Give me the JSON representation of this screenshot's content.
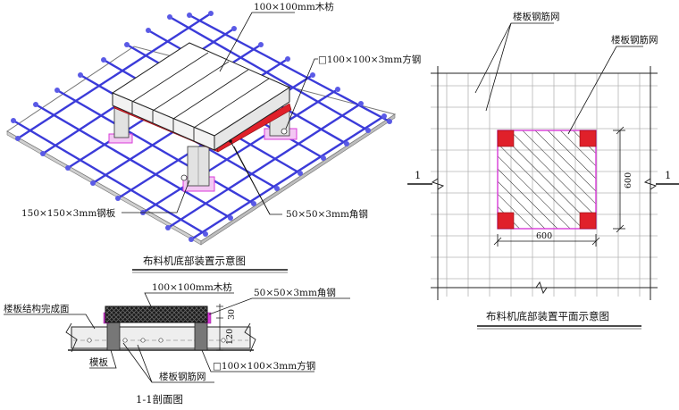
{
  "labels": {
    "timber_top": "100×100mm木枋",
    "square_tube_iso": "□100×100×3mm方钢",
    "steel_plate": "150×150×3mm钢板",
    "angle_iso": "50×50×3mm角钢",
    "rebar_mesh_plan_1": "楼板钢筋网",
    "rebar_mesh_plan_2": "楼板钢筋网",
    "dim_width": "600",
    "dim_height": "600",
    "section_mark": "1",
    "timber_sec": "100×100mm木枋",
    "angle_sec": "50×50×3mm角钢",
    "slab_finish": "楼板结构完成面",
    "formwork": "模板",
    "rebar_sec": "楼板钢筋网",
    "square_tube_sec": "□100×100×3mm方钢",
    "dim_120": "120",
    "dim_30": "30"
  },
  "captions": {
    "iso": "布料机底部装置示意图",
    "plan": "布料机底部装置平面示意图",
    "section": "1-1剖面图"
  },
  "colors": {
    "rebar": "#3b3bd9",
    "steel_red": "#e0202a",
    "magenta": "#d93bd9",
    "line": "#111111"
  }
}
